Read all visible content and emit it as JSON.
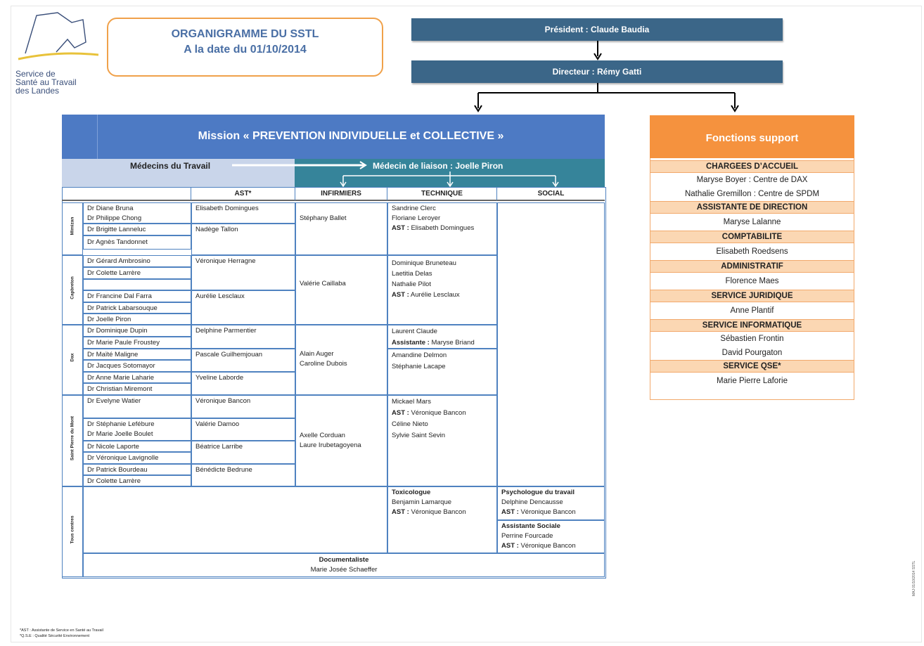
{
  "logo": {
    "line1": "Service de",
    "line2": "Santé au Travail",
    "line3": "des Landes"
  },
  "title": {
    "line1": "ORGANIGRAMME DU SSTL",
    "line2": "A la date du 01/10/2014"
  },
  "president": "Président : Claude Baudia",
  "directeur": "Directeur : Rémy Gatti",
  "mission": "Mission « PREVENTION INDIVIDUELLE et COLLECTIVE »",
  "medecins_label": "Médecins du Travail",
  "liaison_label": "Médecin de liaison : Joelle Piron",
  "headers": {
    "ast": "AST*",
    "inf": "INFIRMIERS",
    "tech": "TECHNIQUE",
    "social": "SOCIAL"
  },
  "centres": [
    "Mimizan",
    "Capbreton",
    "Dax",
    "Saint Pierre du Mont",
    "Tous centres"
  ],
  "doctors": {
    "mimizan": [
      "Dr Diane Bruna",
      "Dr Philippe Chong",
      "Dr Brigitte Lanneluc",
      "Dr Agnès Tandonnet"
    ],
    "capbreton": [
      "Dr Gérard Ambrosino",
      "Dr Colette Larrère",
      "",
      "Dr Francine Dal Farra",
      "Dr Patrick Labarsouque",
      "Dr Joelle Piron"
    ],
    "dax": [
      "Dr Dominique Dupin",
      "Dr Marie Paule Froustey",
      "Dr Maïté Maligne",
      "Dr Jacques Sotomayor",
      "Dr Anne Marie Laharie",
      "Dr Christian Miremont"
    ],
    "stpierre": [
      "Dr Evelyne Watier",
      "Dr Stéphanie Lefébure",
      "Dr Marie Joelle Boulet",
      "Dr Nicole Laporte",
      "Dr Véronique Lavignolle",
      "Dr Patrick Bourdeau",
      "Dr Colette Larrère"
    ]
  },
  "ast": {
    "mimizan": [
      "Elisabeth Domingues",
      "Nadège Tallon"
    ],
    "capbreton": [
      "Véronique Herragne",
      "Aurélie Lesclaux"
    ],
    "dax": [
      "Delphine Parmentier",
      "Pascale Guilhemjouan",
      "Yveline Laborde"
    ],
    "stpierre": [
      "Véronique Bancon",
      "Valérie Damoo",
      "Béatrice Larribe",
      "Bénédicte Bedrune"
    ]
  },
  "infirmiers": {
    "mimizan": "Stéphany Ballet",
    "capbreton": "Valérie Caillaba",
    "dax": [
      "Alain Auger",
      "Caroline Dubois"
    ],
    "stpierre": [
      "Axelle Corduan",
      "Laure Irubetagoyena"
    ]
  },
  "technique": {
    "mimizan": [
      "Sandrine Clerc",
      "Floriane Leroyer"
    ],
    "mimizan_ast_label": "AST :",
    "mimizan_ast": " Elisabeth Domingues",
    "capbreton": [
      "Dominique Bruneteau",
      "Laetitia Delas",
      "Nathalie Pilot"
    ],
    "capbreton_ast_label": "AST :",
    "capbreton_ast": " Aurélie Lesclaux",
    "dax1": "Laurent Claude",
    "dax_assist_label": "Assistante :",
    "dax_assist": " Maryse Briand",
    "dax2": [
      "Amandine Delmon",
      "Stéphanie Lacape"
    ],
    "stp1": "Mickael Mars",
    "stp_ast_label": "AST :",
    "stp_ast": " Véronique Bancon",
    "stp2": [
      "Céline Nieto",
      "Sylvie Saint Sevin"
    ],
    "tox_title": "Toxicologue",
    "tox_name": "Benjamin Lamarque",
    "tox_ast_label": "AST :",
    "tox_ast": " Véronique Bancon"
  },
  "social": {
    "psy_title": "Psychologue du travail",
    "psy_name": "Delphine Dencausse",
    "psy_ast_label": "AST :",
    "psy_ast": " Véronique Bancon",
    "as_title": "Assistante Sociale",
    "as_name": "Perrine Fourcade",
    "as_ast_label": "AST :",
    "as_ast": " Véronique Bancon"
  },
  "documentaliste": {
    "title": "Documentaliste",
    "name": "Marie Josée Schaeffer"
  },
  "support": {
    "title": "Fonctions support",
    "sections": [
      {
        "name": "CHARGEES D’ACCUEIL",
        "people": [
          "Maryse Boyer : Centre de DAX",
          "Nathalie Gremillon : Centre de SPDM"
        ]
      },
      {
        "name": "ASSISTANTE DE DIRECTION",
        "people": [
          "Maryse Lalanne"
        ]
      },
      {
        "name": "COMPTABILITE",
        "people": [
          "Elisabeth Roedsens"
        ]
      },
      {
        "name": "ADMINISTRATIF",
        "people": [
          "Florence Maes"
        ]
      },
      {
        "name": "SERVICE JURIDIQUE",
        "people": [
          "Anne Plantif"
        ]
      },
      {
        "name": "SERVICE INFORMATIQUE",
        "people": [
          "Sébastien Frontin",
          "David Pourgaton"
        ]
      },
      {
        "name": "SERVICE QSE*",
        "people": [
          "Marie Pierre Laforie"
        ]
      }
    ]
  },
  "footnotes": [
    "*AST : Assistante de Service en Santé au Travail",
    "*Q.S.E : Qualité Sécurité Environnement"
  ],
  "side_note": "MAJ 01/10/2014 SSTL"
}
